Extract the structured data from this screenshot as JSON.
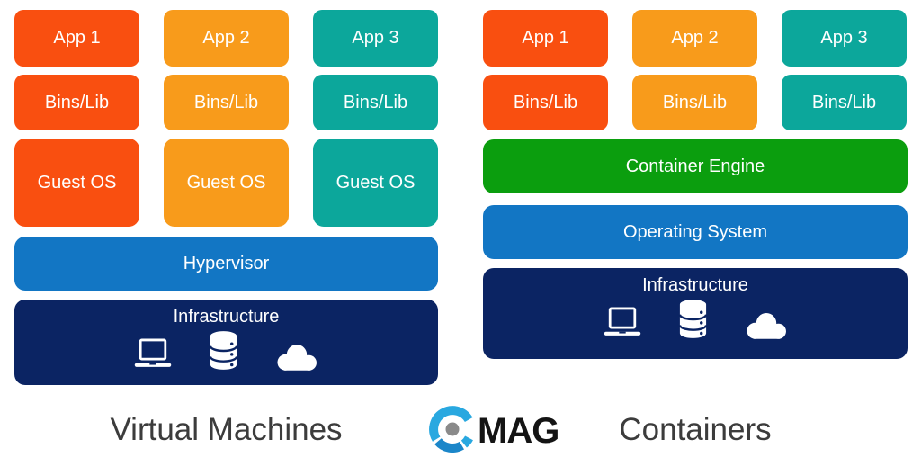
{
  "captions": {
    "vm": "Virtual Machines",
    "containers": "Containers"
  },
  "logo": {
    "wordmark": "MAG"
  },
  "vm_stack": {
    "apps": [
      "App 1",
      "App 2",
      "App 3"
    ],
    "bins": [
      "Bins/Lib",
      "Bins/Lib",
      "Bins/Lib"
    ],
    "guest_os": [
      "Guest OS",
      "Guest OS",
      "Guest OS"
    ],
    "hypervisor": "Hypervisor",
    "infrastructure": "Infrastructure",
    "infra_icons": [
      "laptop-icon",
      "database-icon",
      "cloud-icon"
    ]
  },
  "container_stack": {
    "apps": [
      "App 1",
      "App 2",
      "App 3"
    ],
    "bins": [
      "Bins/Lib",
      "Bins/Lib",
      "Bins/Lib"
    ],
    "container_engine": "Container Engine",
    "operating_system": "Operating System",
    "infrastructure": "Infrastructure",
    "infra_icons": [
      "laptop-icon",
      "database-icon",
      "cloud-icon"
    ]
  },
  "colors": {
    "app_column_1": "#F94F10",
    "app_column_2": "#F89B1B",
    "app_column_3": "#0CA79B",
    "mid_bar_blue": "#1276C4",
    "infrastructure_navy": "#0B2463",
    "container_engine_green": "#0B9E0E",
    "box_text": "#FFFFFF",
    "caption_text": "#3C3C3C",
    "logo_blue": "#29A8E0",
    "logo_dark_blue": "#1B86C9",
    "logo_dot_gray": "#8A8A8A"
  }
}
